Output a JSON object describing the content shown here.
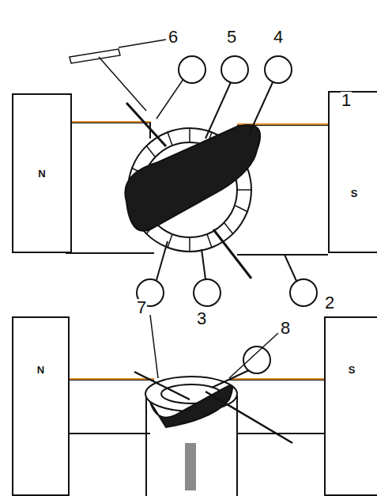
{
  "diagram": {
    "nodes": [
      {
        "text": [
          "N"
        ]
      },
      {
        "text": [
          "S"
        ]
      },
      {
        "text": [
          "N"
        ]
      },
      {
        "text": [
          "S"
        ]
      }
    ],
    "labels": [
      "6",
      "5",
      "4",
      "1",
      "2",
      "7",
      "3",
      "8"
    ]
  }
}
